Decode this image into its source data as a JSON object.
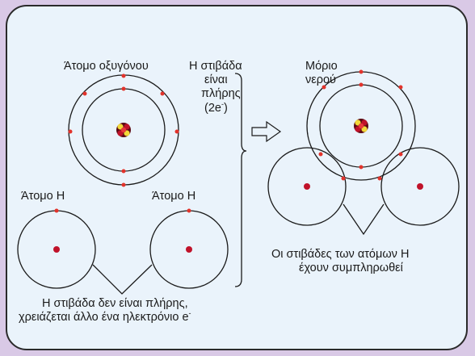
{
  "colors": {
    "background": "#d9c9e6",
    "panel": "#eaf3fb",
    "orbit": "#1a1a1a",
    "electron": "#e2332b",
    "nucleus_red": "#c0122a",
    "nucleus_yellow": "#f2d93a"
  },
  "labels": {
    "oxygen_atom": "Άτομο οξυγόνου",
    "shell_full_line1": "Η στιβάδα",
    "shell_full_line2": "είναι",
    "shell_full_line3": "πλήρης",
    "shell_full_line4": "(2e",
    "shell_full_sup": "-",
    "shell_full_close": ")",
    "water_molecule_line1": "Μόριο",
    "water_molecule_line2": "νερού",
    "h_atom_left": "Άτομο Η",
    "h_atom_right": "Άτομο Η",
    "shell_not_full_line1": "Η στιβάδα δεν είναι πλήρης,",
    "shell_not_full_line2": "χρειάζεται άλλο ένα ηλεκτρόνιο e",
    "shell_not_full_sup": "-",
    "shells_completed_line1": "Οι στιβάδες των ατόμων Η",
    "shells_completed_line2": "έχουν συμπληρωθεί"
  },
  "icons": {
    "transformation_arrow": "arrow-right-icon"
  }
}
